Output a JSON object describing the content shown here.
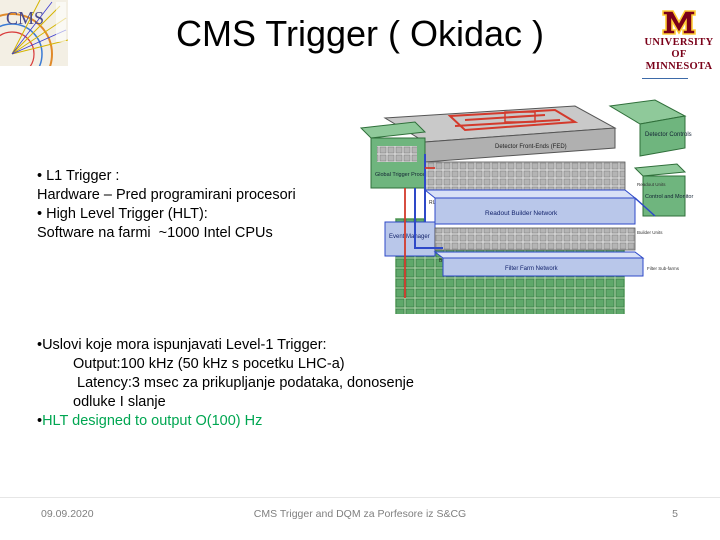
{
  "slide": {
    "title": "CMS Trigger ( Okidac )",
    "cms_logo_text": "CMS",
    "university": {
      "line1": "UNIVERSITY",
      "line2": "OF MINNESOTA"
    },
    "top_block": [
      {
        "bullet": "• ",
        "text": "L1 Trigger :"
      },
      {
        "bullet": "",
        "text": "Hardware – Pred programirani procesori"
      },
      {
        "bullet": "• ",
        "text": "High Level Trigger (HLT):"
      },
      {
        "bullet": "",
        "text": "Software na farmi  ~1000 Intel CPUs"
      }
    ],
    "bottom_block": [
      {
        "bullet": "•",
        "text": "Uslovi koje mora ispunjavati Level-1 Trigger:",
        "color": "#000000"
      },
      {
        "bullet": "",
        "text": "Output:100 kHz (50 kHz s pocetku LHC-a)",
        "color": "#000000"
      },
      {
        "bullet": "",
        "text": " Latency:3 msec za prikupljanje podataka, donosenje",
        "color": "#000000"
      },
      {
        "bullet": "",
        "text": "odluke I slanje",
        "color": "#000000"
      },
      {
        "bullet": "•",
        "text": "HLT designed to output O(100) Hz",
        "color": "#00a651"
      }
    ],
    "diagram": {
      "labels": {
        "detector_controls": "Detector Controls",
        "front_ends": "Detector Front-Ends (FED)",
        "gtp": "Global Trigger Processor",
        "readout_builder": "Readout Builder Network",
        "event_manager": "Event Manager",
        "control_monitor": "Control and Monitor",
        "filter_farm": "Filter Farm Network",
        "ru": "RU",
        "bu": "BU",
        "readout_units": "Readout Units",
        "builder_units": "Builder Units",
        "filter_subfarms": "Filter Sub-farms"
      },
      "colors": {
        "blue_block": "#b9c7ea",
        "green_block": "#8fc99a",
        "gray_block": "#c8c8c8",
        "red_lines": "#d33a2c",
        "blue_lines": "#2e49c8"
      }
    },
    "footer": {
      "date": "09.09.2020",
      "center": "CMS Trigger and DQM za Porfesore iz S&CG",
      "page": "5"
    }
  }
}
